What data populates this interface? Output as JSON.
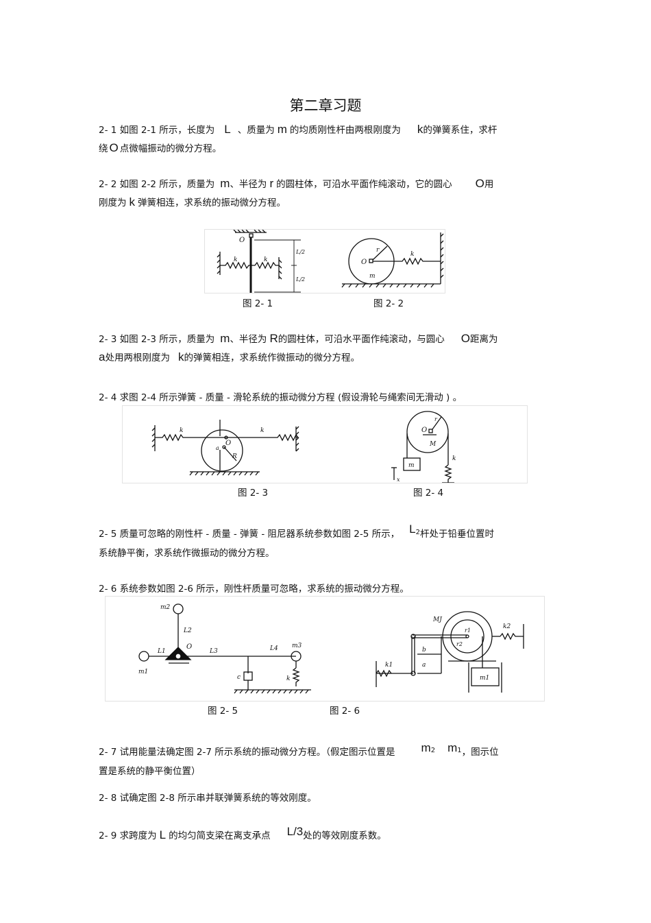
{
  "title": "第二章习题",
  "problems": [
    {
      "id": "2-1",
      "line1_a": "2- 1 如图  2-1  所示，长度为",
      "v1": "L",
      "line1_b": "、质量为",
      "v2": "m",
      "line1_c": "的均质刚性杆由两根刚度为",
      "v3": "k",
      "line1_d": "的弹簧系住，求杆",
      "line2_a": "绕",
      "v4": "O",
      "line2_b": "点微幅振动的微分方程。"
    },
    {
      "id": "2-2",
      "line1_a": "2- 2 如图  2-2  所示，质量为",
      "v1": "m",
      "line1_b": "、半径为",
      "v2": "r",
      "line1_c": "的圆柱体，可沿水平面作纯滚动，它的圆心",
      "v3": "O",
      "line1_d": "用",
      "line2_a": "刚度为",
      "v4": "k",
      "line2_b": "弹簧相连，求系统的振动微分方程。"
    },
    {
      "id": "2-3",
      "line1_a": "2- 3 如图  2-3  所示，质量为",
      "v1": "m",
      "line1_b": "、半径为",
      "v2": "R",
      "line1_c": "的圆柱体，可沿水平面作纯滚动，与圆心",
      "v3": "O",
      "line1_d": "距离为",
      "v4": "a",
      "line2_b": "处用两根刚度为",
      "v5": "k",
      "line2_c": "的弹簧相连，求系统作微振动的微分方程。"
    },
    {
      "id": "2-4",
      "text": "2- 4 求图  2-4  所示弹簧  - 质量 - 滑轮系统的振动微分方程     (假设滑轮与绳索间无滑动     ) 。"
    },
    {
      "id": "2-5",
      "line1_a": "2- 5 质量可忽略的刚性杆    - 质量 - 弹簧 - 阻尼器系统参数如图     2-5  所示，",
      "v1": "L",
      "sub1": "2",
      "line1_b": "杆处于铅垂位置时",
      "line2": "系统静平衡，求系统作微振动的微分方程。"
    },
    {
      "id": "2-6",
      "text": "2- 6 系统参数如图    2-6  所示，刚性杆质量可忽略，求系统的振动微分方程。"
    },
    {
      "id": "2-7",
      "line1_a": "2- 7 试用能量法确定图     2-7  所示系统的振动微分方程。（假定图示位置是",
      "v1": "m",
      "sub1": "2",
      "v2": "m",
      "sub2": "1",
      "line1_b": "，图示位",
      "line2": "置是系统的静平衡位置）"
    },
    {
      "id": "2-8",
      "text": "2- 8 试确定图   2-8  所示串并联弹簧系统的等效刚度。"
    },
    {
      "id": "2-9",
      "line1_a": "2- 9 求跨度为",
      "v1": "L",
      "line1_b": "的均匀简支梁在离支承点",
      "v2": "L/3",
      "line1_c": "处的等效刚度系数。"
    }
  ],
  "figures": {
    "fig_2_1": {
      "caption": "图  2- 1",
      "labels": {
        "pivot": "O",
        "spring_left": "k",
        "spring_right": "k",
        "half_top": "L/2",
        "half_bottom": "L/2"
      }
    },
    "fig_2_2": {
      "caption": "图  2- 2",
      "labels": {
        "center": "O",
        "radius": "r",
        "mass": "m",
        "spring": "k"
      }
    },
    "fig_2_3": {
      "caption": "图  2- 3",
      "labels": {
        "spring_left": "k",
        "spring_right": "k",
        "offset": "a",
        "center": "O",
        "radius": "R"
      }
    },
    "fig_2_4": {
      "caption": "图  2- 4",
      "labels": {
        "radius": "r",
        "center": "O",
        "pulley_mass": "M",
        "mass": "m",
        "spring": "k",
        "disp": "x"
      }
    },
    "fig_2_5": {
      "caption": "图  2- 5",
      "labels": {
        "m1": "m1",
        "m2": "m2",
        "m3": "m3",
        "L1": "L1",
        "L2": "L2",
        "L3": "L3",
        "L4": "L4",
        "pivot": "O",
        "damper": "c",
        "spring": "k"
      }
    },
    "fig_2_6": {
      "caption": "图  2- 6",
      "labels": {
        "inertia": "MJ",
        "r1": "r1",
        "r2": "r2",
        "k1": "k1",
        "k2": "k2",
        "b": "b",
        "a": "a",
        "m1": "m1"
      }
    }
  }
}
